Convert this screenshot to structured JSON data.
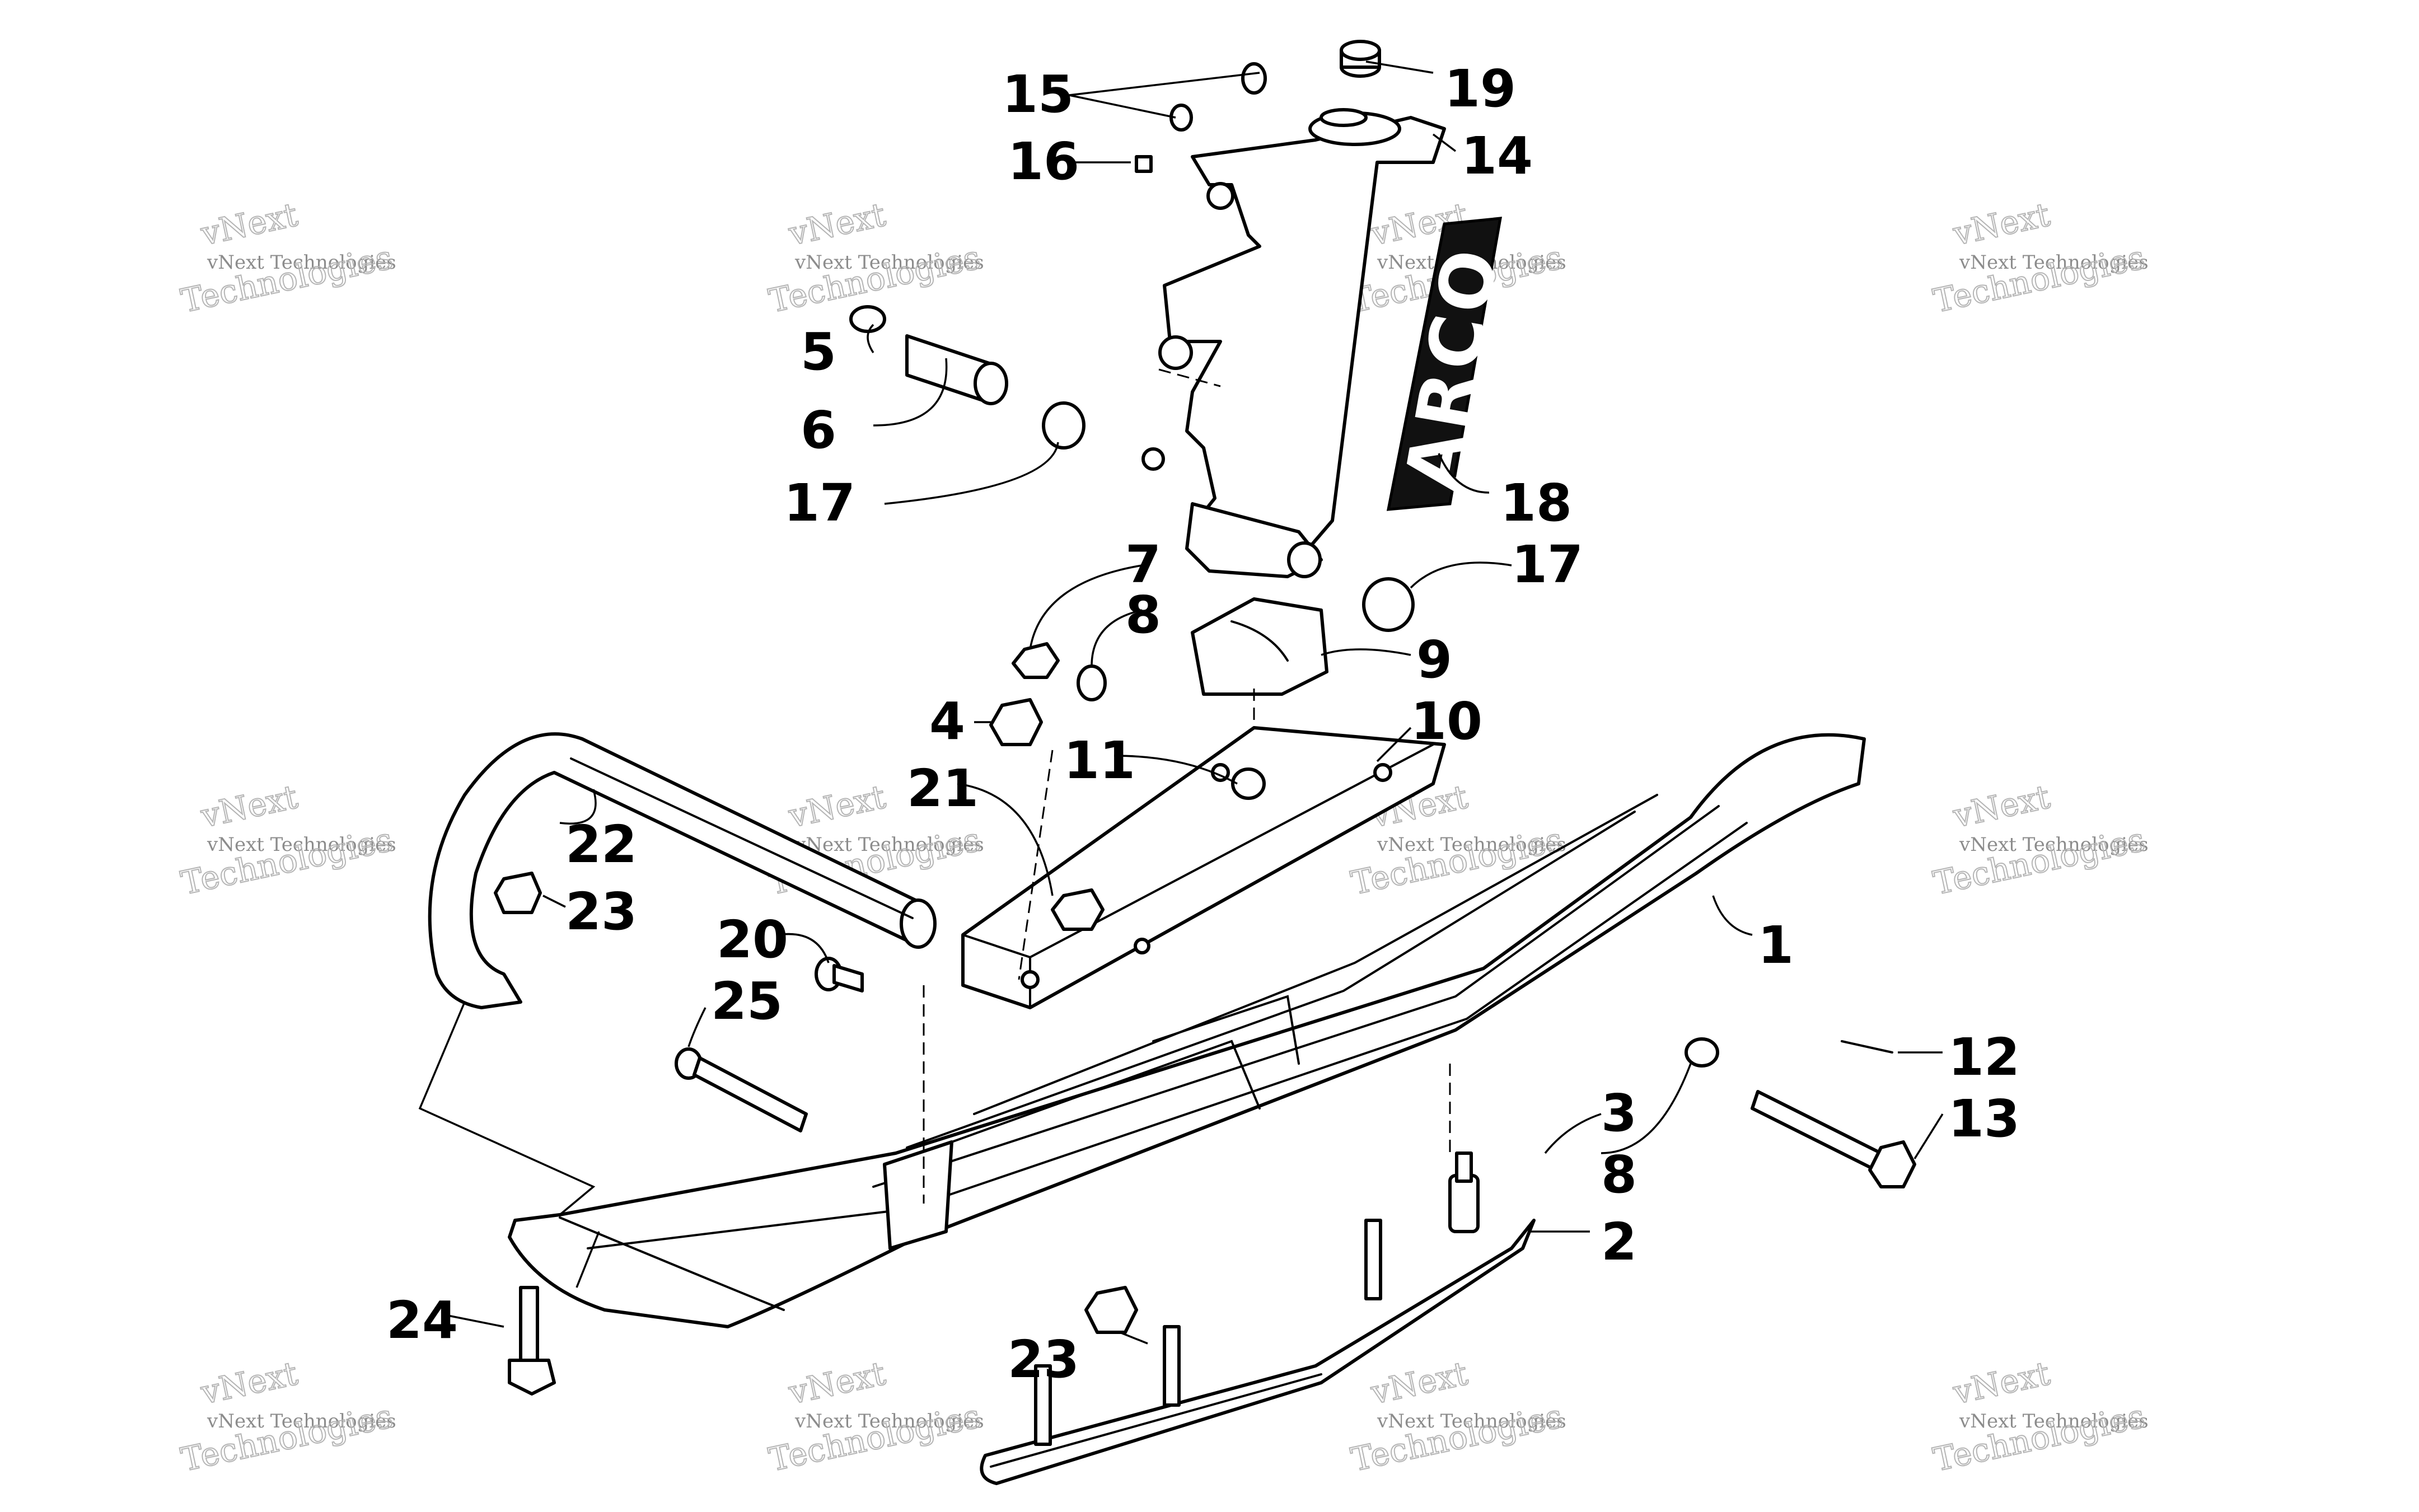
{
  "callouts": [
    "15",
    "16",
    "19",
    "14",
    "5",
    "6",
    "17",
    "18",
    "17",
    "7",
    "8",
    "9",
    "4",
    "10",
    "11",
    "21",
    "22",
    "23",
    "20",
    "1",
    "25",
    "12",
    "13",
    "3",
    "8",
    "2",
    "24",
    "23"
  ],
  "watermark": {
    "line1": "vNext Technologies",
    "line2": "vNext",
    "line3": "Technologies"
  },
  "logo_text": "ARCO"
}
